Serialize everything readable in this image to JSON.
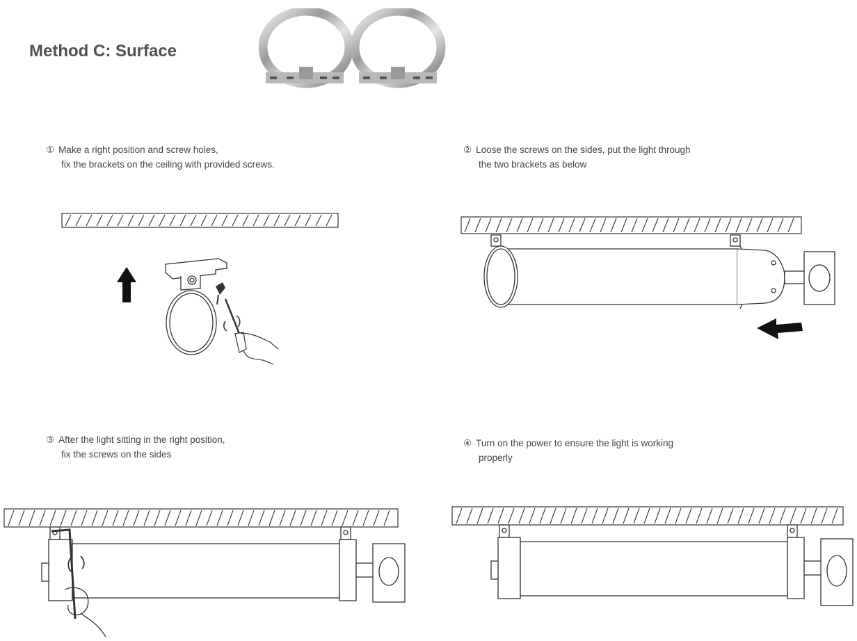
{
  "header": {
    "title": "Method C: Surface"
  },
  "steps": [
    {
      "number": "①",
      "line1": "Make a right position and screw holes,",
      "line2": "fix the brackets on the ceiling with provided screws."
    },
    {
      "number": "②",
      "line1": "Loose the screws on the sides, put the light through",
      "line2": "the two brackets as below"
    },
    {
      "number": "③",
      "line1": "After the light sitting in the right position,",
      "line2": "fix the screws on the sides"
    },
    {
      "number": "④",
      "line1": "Turn on the power to ensure the light is working",
      "line2": "properly"
    }
  ]
}
